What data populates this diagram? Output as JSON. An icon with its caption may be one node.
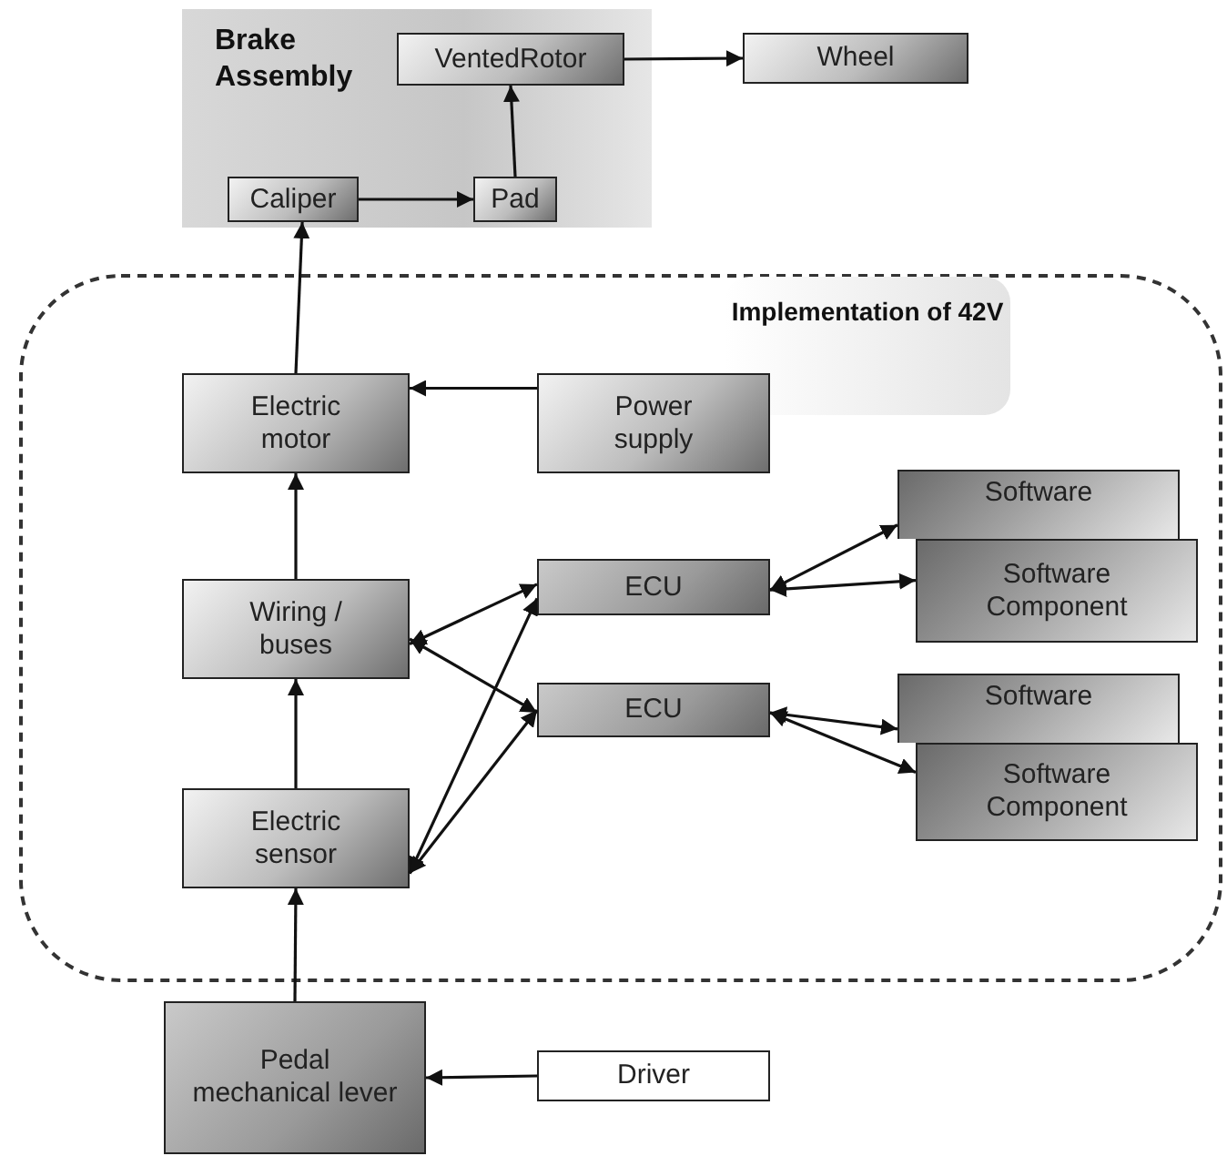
{
  "diagram": {
    "nodes": [
      {
        "text": [
          "Brake Assembly"
        ]
      },
      {
        "text": [
          "VentedRotor"
        ],
        "in": 0
      },
      {
        "text": [
          "Wheel"
        ]
      },
      {
        "text": [
          "Caliper"
        ],
        "in": 0
      },
      {
        "text": [
          "Pad"
        ],
        "in": 0
      },
      {
        "text": [
          "Implementation of 42V"
        ]
      },
      {
        "text": [
          "Electric motor"
        ],
        "in": 5
      },
      {
        "text": [
          "Power supply"
        ],
        "in": 5
      },
      {
        "text": [
          "Software"
        ],
        "in": 5
      },
      {
        "text": [
          "Software Component"
        ],
        "in": 5
      },
      {
        "text": [
          "Wiring / buses"
        ],
        "in": 5
      },
      {
        "text": [
          "ECU"
        ],
        "in": 5
      },
      {
        "text": [
          "ECU"
        ],
        "in": 5
      },
      {
        "text": [
          "Software"
        ],
        "in": 5
      },
      {
        "text": [
          "Software Component"
        ],
        "in": 5
      },
      {
        "text": [
          "Electric sensor"
        ],
        "in": 5
      },
      {
        "text": [
          "Pedal mechanical lever"
        ]
      },
      {
        "text": [
          "Driver"
        ]
      }
    ],
    "edges": [
      {
        "from": 1,
        "to": 2,
        "arrow": "to"
      },
      {
        "from": 4,
        "to": 1,
        "arrow": "to"
      },
      {
        "from": 3,
        "to": 4,
        "arrow": "to"
      },
      {
        "from": 6,
        "to": 3,
        "arrow": "to"
      },
      {
        "from": 7,
        "to": 6,
        "arrow": "to"
      },
      {
        "from": 10,
        "to": 6,
        "arrow": "to"
      },
      {
        "from": 15,
        "to": 10,
        "arrow": "to"
      },
      {
        "from": 16,
        "to": 15,
        "arrow": "to"
      },
      {
        "from": 17,
        "to": 16,
        "arrow": "to"
      },
      {
        "from": 10,
        "to": 11,
        "arrow": "both"
      },
      {
        "from": 10,
        "to": 12,
        "arrow": "both"
      },
      {
        "from": 15,
        "to": 11,
        "arrow": "both"
      },
      {
        "from": 15,
        "to": 12,
        "arrow": "both"
      },
      {
        "from": 11,
        "to": 8,
        "arrow": "both"
      },
      {
        "from": 11,
        "to": 9,
        "arrow": "both"
      },
      {
        "from": 12,
        "to": 13,
        "arrow": "both"
      },
      {
        "from": 12,
        "to": 14,
        "arrow": "both"
      }
    ]
  }
}
